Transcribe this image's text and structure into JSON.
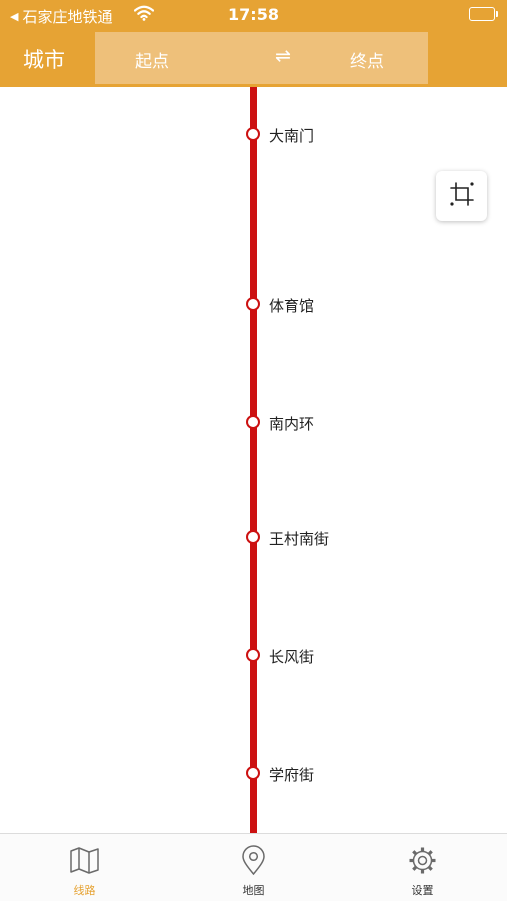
{
  "status_bar": {
    "back_app": "石家庄地铁通",
    "time": "17:58"
  },
  "nav": {
    "city": "城市",
    "start": "起点",
    "swap": "⇌",
    "end": "终点"
  },
  "colors": {
    "accent": "#e6a334",
    "line": "#cc1111"
  },
  "stations": [
    "大南门",
    "体育馆",
    "南内环",
    "王村南街",
    "长风街",
    "学府街"
  ],
  "map_tool": {
    "icon": "crop-icon"
  },
  "tabs": [
    {
      "label": "线路",
      "icon": "map-icon",
      "active": true
    },
    {
      "label": "地图",
      "icon": "location-pin-icon",
      "active": false
    },
    {
      "label": "设置",
      "icon": "gear-icon",
      "active": false
    }
  ]
}
